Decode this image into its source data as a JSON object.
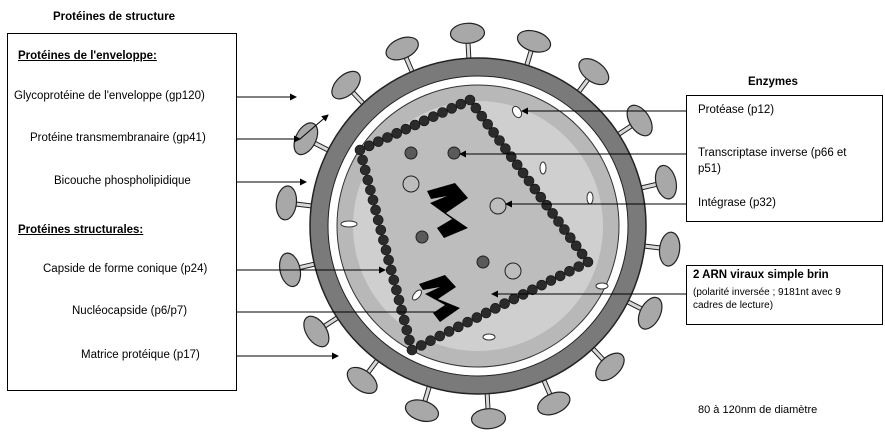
{
  "left_panel": {
    "title": "Protéines de structure",
    "section_envelope": "Protéines de l'enveloppe:",
    "section_structural": "Protéines structurales:",
    "labels": [
      "Glycoprotéine de l'enveloppe (gp120)",
      "Protéine transmembranaire (gp41)",
      "Bicouche phospholipidique",
      "Capside de forme conique (p24)",
      "Nucléocapside (p6/p7)",
      "Matrice protéique (p17)"
    ]
  },
  "enzymes_panel": {
    "title": "Enzymes",
    "labels": [
      "Protéase (p12)",
      "Transcriptase inverse (p66 et",
      "p51)",
      "Intégrase (p32)"
    ]
  },
  "rna_panel": {
    "title": "2 ARN viraux simple brin",
    "note_line1": "(polarité inversée ; 9181nt avec 9",
    "note_line2": "cadres de lecture)"
  },
  "diameter_caption": "80 à 120nm de diamètre",
  "colors": {
    "envelope": "#7a7a7a",
    "white_gap": "#ffffff",
    "matrix": "#b8b8b8",
    "core": "#c9c9c9",
    "capsid_beads": "#2b2b2b",
    "spike": "#a8a8a8"
  }
}
